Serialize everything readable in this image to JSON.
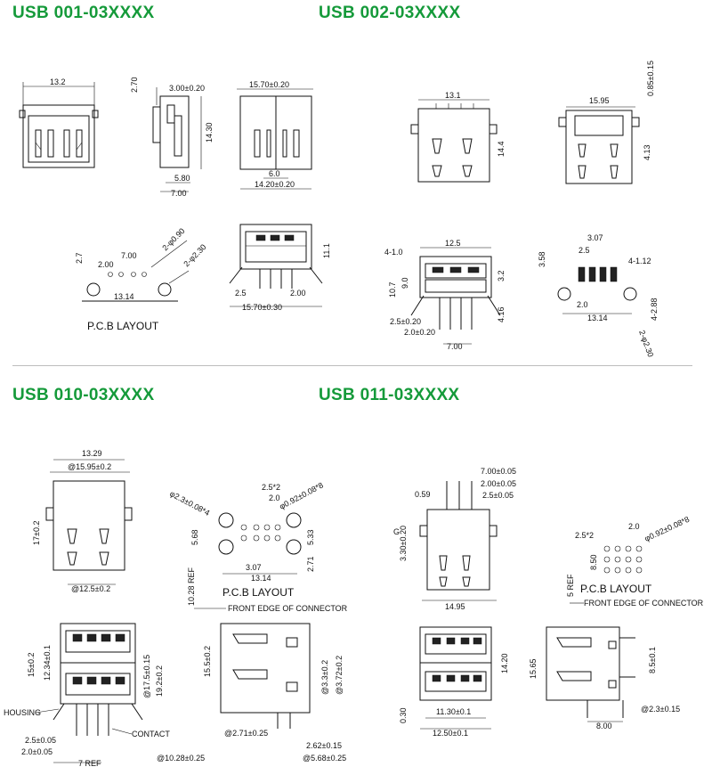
{
  "sections": {
    "s1": {
      "title": "USB 001-03XXXX",
      "dims": [
        "13.2",
        "2.70",
        "3.00±0.20",
        "14.30",
        "5.80",
        "7.00",
        "15.70±0.20",
        "6.0",
        "14.20±0.20",
        "2.7",
        "7.00",
        "2.00",
        "2-φ0.90",
        "2-φ2.30",
        "13.14",
        "11.1",
        "2.5",
        "2.00",
        "15.70±0.30"
      ],
      "pcb_label": "P.C.B  LAYOUT"
    },
    "s2": {
      "title": "USB 002-03XXXX",
      "dims": [
        "13.1",
        "14.4",
        "15.95",
        "0.85±0.15",
        "4.13",
        "12.5",
        "4-1.0",
        "10.7",
        "9.0",
        "3.2",
        "4.16",
        "2.5±0.20",
        "2.0±0.20",
        "7.00",
        "3.07",
        "2.5",
        "3.58",
        "4-1.12",
        "2.0",
        "13.14",
        "4-2.88",
        "2-φ2.30"
      ]
    },
    "s3": {
      "title": "USB 010-03XXXX",
      "dims": [
        "13.29",
        "@15.95±0.2",
        "17±0.2",
        "@12.5±0.2",
        "φ2.3±0.08*4",
        "2.5*2",
        "2.0",
        "φ0.92±0.08*8",
        "5.68",
        "5.33",
        "2.71",
        "3.07",
        "13.14",
        "10.28 REF",
        "15±0.2",
        "12.34±0.1",
        "@17.5±0.15",
        "19.2±0.2",
        "2.5±0.05",
        "2.0±0.05",
        "7 REF",
        "15.5±0.2",
        "@3.3±0.2",
        "@3.72±0.2",
        "@2.71±0.25",
        "2.62±0.15",
        "@10.28±0.25",
        "@5.68±0.25"
      ],
      "pcb_label": "P.C.B  LAYOUT",
      "front_edge": "FRONT EDGE OF CONNECTOR",
      "housing": "HOUSING",
      "contact": "CONTACT"
    },
    "s4": {
      "title": "USB 011-03XXXX",
      "dims": [
        "7.00±0.05",
        "2.00±0.05",
        "0.59",
        "2.5±0.05",
        "3.30±0.20",
        "14.95",
        "2.5*2",
        "2.0",
        "φ0.92±0.08*8",
        "8.50",
        "5 REF",
        "11.30±0.1",
        "14.20",
        "12.50±0.1",
        "0.30",
        "15.65",
        "8.5±0.1",
        "@2.3±0.15",
        "8.00",
        "G"
      ],
      "pcb_label": "P.C.B  LAYOUT",
      "front_edge": "FRONT EDGE OF CONNECTOR"
    }
  }
}
